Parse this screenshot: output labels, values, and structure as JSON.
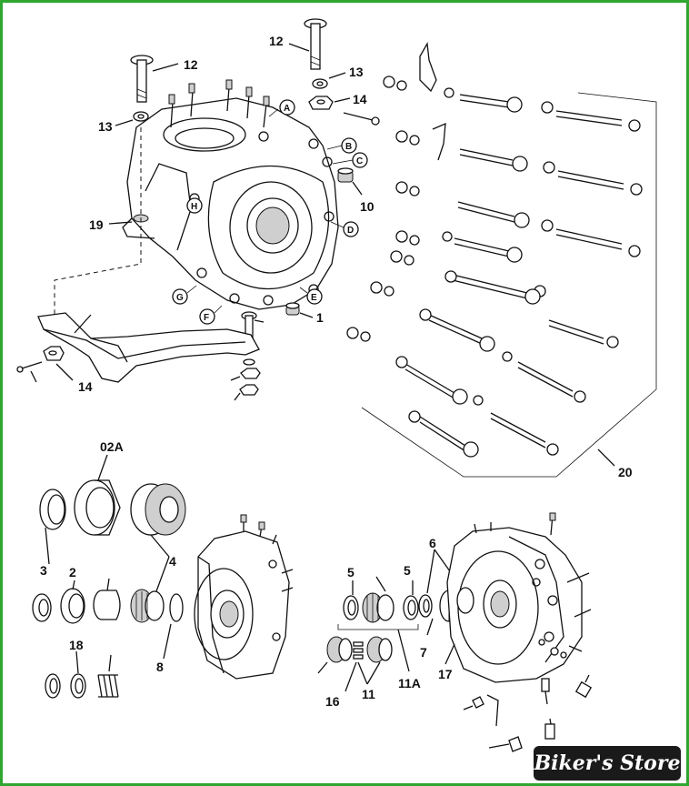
{
  "labels": {
    "l12a": "12",
    "l12b": "12",
    "l13a": "13",
    "l13b": "13",
    "l14a": "14",
    "l14b": "14",
    "l10": "10",
    "l19": "19",
    "l1": "1",
    "l20": "20",
    "l02a": "02A",
    "l3": "3",
    "l2": "2",
    "l4": "4",
    "l8": "8",
    "l18": "18",
    "l5a": "5",
    "l5b": "5",
    "l6": "6",
    "l7": "7",
    "l11a": "11A",
    "l16": "16",
    "l11": "11",
    "l17": "17"
  },
  "letters": {
    "la": "A",
    "lb": "B",
    "lc": "C",
    "ld": "D",
    "le": "E",
    "lf": "F",
    "lg": "G",
    "lh": "H"
  },
  "watermark": "Biker's Store",
  "colors": {
    "frame": "#2fa62f",
    "ink": "#111111",
    "badge": "#1a1a1a"
  }
}
